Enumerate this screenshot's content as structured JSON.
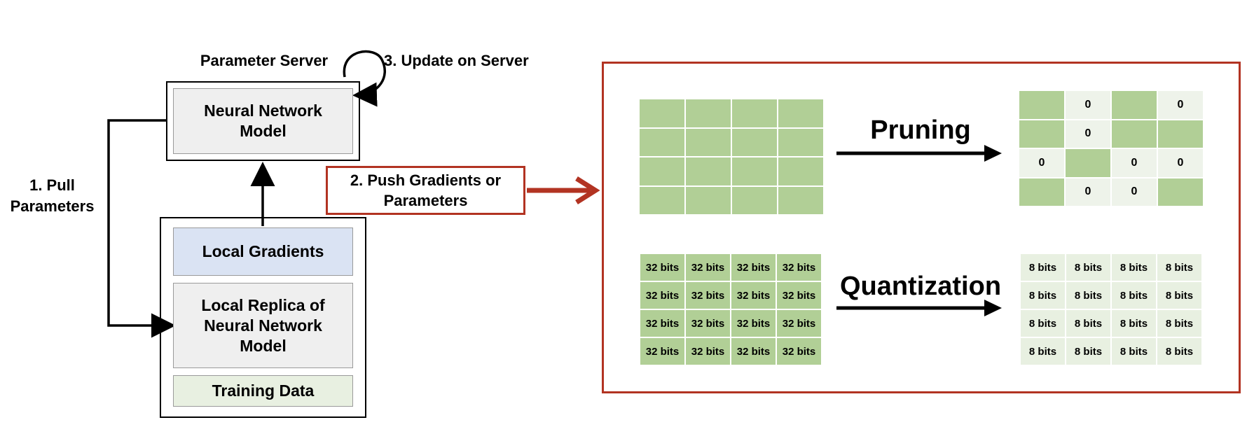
{
  "server": {
    "title": "Parameter Server",
    "model": "Neural Network Model",
    "update_label": "3. Update on Server"
  },
  "pull_label": "1. Pull Parameters",
  "push_label": "2. Push Gradients or Parameters",
  "worker": {
    "gradients": "Local Gradients",
    "replica": "Local Replica of Neural Network Model",
    "training_data": "Training Data"
  },
  "compression": {
    "pruning_label": "Pruning",
    "quantization_label": "Quantization",
    "pruned_cells": [
      "",
      "0",
      "",
      "0",
      "",
      "0",
      "",
      "",
      "0",
      "",
      "0",
      "0",
      "",
      "0",
      "0",
      ""
    ],
    "bits_32": "32 bits",
    "bits_8": "8 bits"
  },
  "colors": {
    "dense_green": "#b1cf96",
    "light_green": "#e8f0e1",
    "pruned_zero": "#eef3ea",
    "blue_box": "#dae3f3",
    "grey_box": "#efefef",
    "red_accent": "#b23322"
  }
}
